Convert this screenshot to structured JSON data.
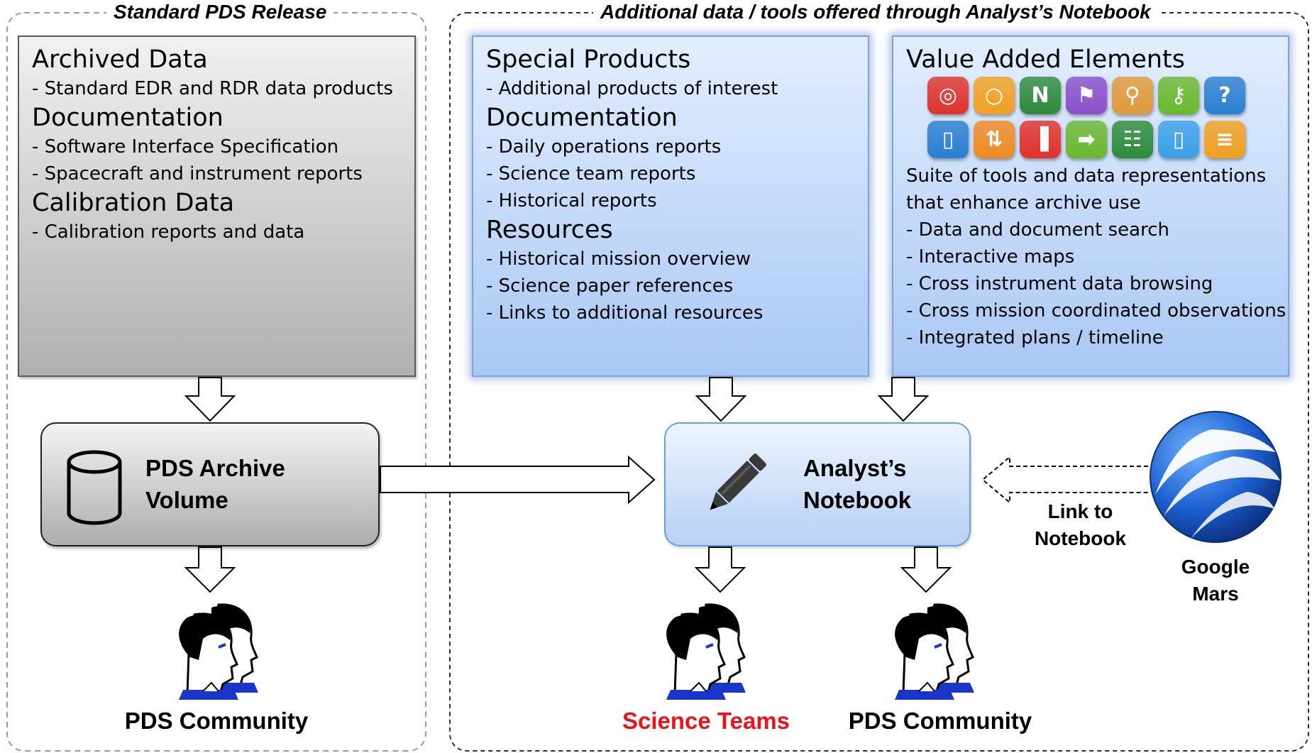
{
  "sections": {
    "left_title": "Standard PDS Release",
    "right_title": "Additional data / tools offered through Analyst’s Notebook"
  },
  "archive_card": {
    "groups": [
      {
        "heading": "Archived Data",
        "items": [
          "- Standard EDR and RDR data products"
        ]
      },
      {
        "heading": "Documentation",
        "items": [
          "- Software Interface Specification",
          "- Spacecraft and instrument reports"
        ]
      },
      {
        "heading": "Calibration Data",
        "items": [
          "- Calibration reports and data"
        ]
      }
    ]
  },
  "special_card": {
    "groups": [
      {
        "heading": "Special Products",
        "items": [
          "- Additional products of interest"
        ]
      },
      {
        "heading": "Documentation",
        "items": [
          "- Daily operations reports",
          "- Science team reports",
          "- Historical reports"
        ]
      },
      {
        "heading": "Resources",
        "items": [
          "- Historical mission overview",
          "- Science paper references",
          "- Links to additional resources"
        ]
      }
    ]
  },
  "value_card": {
    "heading": "Value Added Elements",
    "description_lines": [
      "Suite of tools and data representations",
      "that enhance archive use"
    ],
    "items": [
      "- Data and document search",
      "- Interactive maps",
      "- Cross instrument data browsing",
      "- Cross mission coordinated observations",
      "- Integrated plans / timeline"
    ],
    "icons": [
      {
        "name": "target-icon",
        "glyph": "◎",
        "color": "#e0322b"
      },
      {
        "name": "ring-icon",
        "glyph": "○",
        "color": "#f0a020"
      },
      {
        "name": "north-arrow-icon",
        "glyph": "N",
        "color": "#2e8b3a"
      },
      {
        "name": "flag-icon",
        "glyph": "⚑",
        "color": "#8a4fc8"
      },
      {
        "name": "magnifier-icon",
        "glyph": "⚲",
        "color": "#e09a3a"
      },
      {
        "name": "key-icon",
        "glyph": "⚷",
        "color": "#6ab82e"
      },
      {
        "name": "question-icon",
        "glyph": "?",
        "color": "#2a7fd0"
      },
      {
        "name": "document-icon",
        "glyph": "▯",
        "color": "#2a7fd0"
      },
      {
        "name": "up-down-arrows-icon",
        "glyph": "⇅",
        "color": "#f08a20"
      },
      {
        "name": "bar-chart-icon",
        "glyph": "▐",
        "color": "#e0322b"
      },
      {
        "name": "right-arrow-icon",
        "glyph": "➡",
        "color": "#6ab82e"
      },
      {
        "name": "spreadsheet-icon",
        "glyph": "☷",
        "color": "#2e8b3a"
      },
      {
        "name": "page-icon",
        "glyph": "▯",
        "color": "#3ca0e8"
      },
      {
        "name": "timeline-icon",
        "glyph": "≡",
        "color": "#f0a020"
      }
    ]
  },
  "nodes": {
    "archive_volume_lines": [
      "PDS Archive",
      "Volume"
    ],
    "notebook_lines": [
      "Analyst’s",
      "Notebook"
    ],
    "link_lines": [
      "Link to",
      "Notebook"
    ],
    "google_lines": [
      "Google",
      "Mars"
    ]
  },
  "audiences": {
    "left_community": "PDS Community",
    "science_teams": "Science Teams",
    "right_community": "PDS Community"
  },
  "colors": {
    "science_teams_text": "#e8131b",
    "dashed_border": "#9a9a9a",
    "dashed_border_right": "#1d2f52"
  }
}
